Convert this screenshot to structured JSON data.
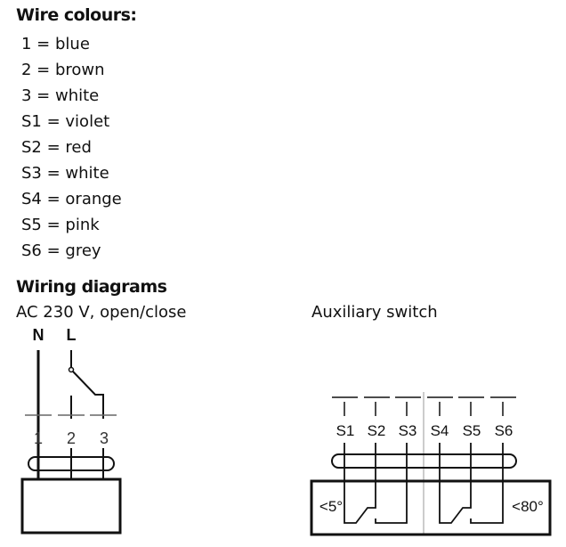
{
  "wire_colours": {
    "title": "Wire colours:",
    "items": [
      "1 = blue",
      "2 = brown",
      "3 = white",
      "S1 = violet",
      "S2 = red",
      "S3 = white",
      "S4 = orange",
      "S5 = pink",
      "S6 = grey"
    ]
  },
  "wiring": {
    "title": "Wiring diagrams",
    "left": {
      "caption": "AC 230 V, open/close",
      "N": "N",
      "L": "L",
      "terminals": [
        "1",
        "2",
        "3"
      ]
    },
    "right": {
      "caption": "Auxiliary switch",
      "terminals": [
        "S1",
        "S2",
        "S3",
        "S4",
        "S5",
        "S6"
      ],
      "left_label": "<5°",
      "right_label": "<80°"
    }
  }
}
